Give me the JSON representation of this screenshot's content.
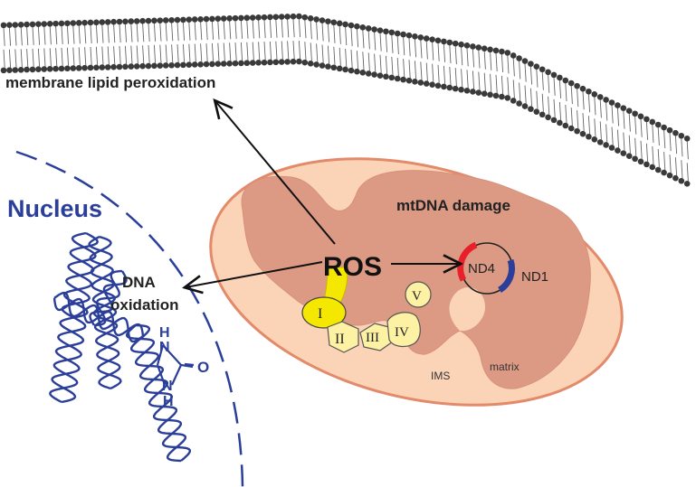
{
  "labels": {
    "membrane_lipid_peroxidation": "membrane lipid peroxidation",
    "nucleus": "Nucleus",
    "dna_oxidation_line1": "DNA",
    "dna_oxidation_line2": "oxidation",
    "mtdna_damage": "mtDNA damage",
    "ros": "ROS",
    "nd4": "ND4",
    "nd1": "ND1",
    "ims": "IMS",
    "matrix": "matrix",
    "complex_1": "I",
    "complex_2": "II",
    "complex_3": "III",
    "complex_4": "IV",
    "complex_5": "V",
    "oxo_h_top": "H",
    "oxo_n_top": "N",
    "oxo_n_bottom": "N",
    "oxo_h_bottom": "H",
    "oxo_o": "O"
  },
  "colors": {
    "nucleus_blue": "#2b3f9a",
    "mito_outer": "#fbd4b8",
    "mito_inner": "#dc9a84",
    "mito_border": "#e38a6a",
    "complex_fill": "#fdf1a3",
    "complex_1_fill": "#f5e800",
    "nd4_red": "#e8202a",
    "nd1_blue": "#2b3f9a",
    "membrane_dot": "#3a3a3a",
    "text_dark": "#222222"
  }
}
